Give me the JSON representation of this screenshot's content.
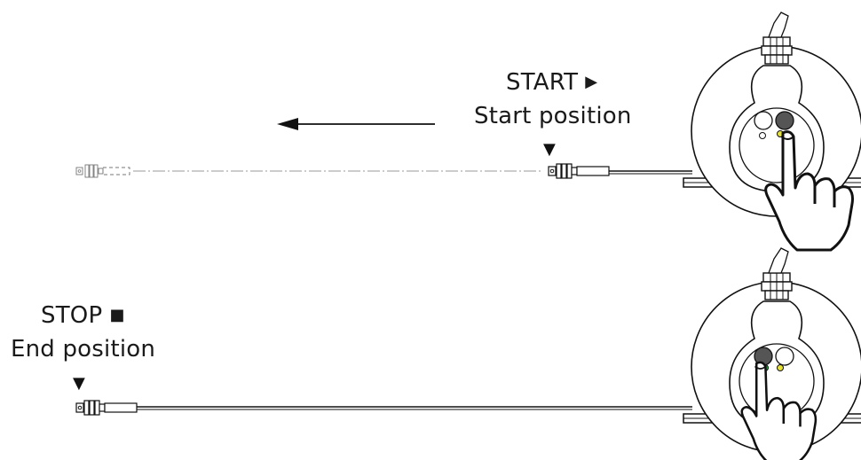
{
  "top": {
    "action": "START",
    "action_icon": "play-triangle",
    "position_label": "Start position",
    "marker_icon": "down-triangle"
  },
  "bottom": {
    "action": "STOP",
    "action_icon": "stop-square",
    "position_label": "End position",
    "marker_icon": "down-triangle"
  },
  "icons": {
    "play": "▶",
    "stop": "■",
    "down": "▼"
  },
  "colors": {
    "line": "#111111",
    "led_yellow": "#e6e23a",
    "led_green": "#2fa84a",
    "button_dark": "#555555"
  }
}
